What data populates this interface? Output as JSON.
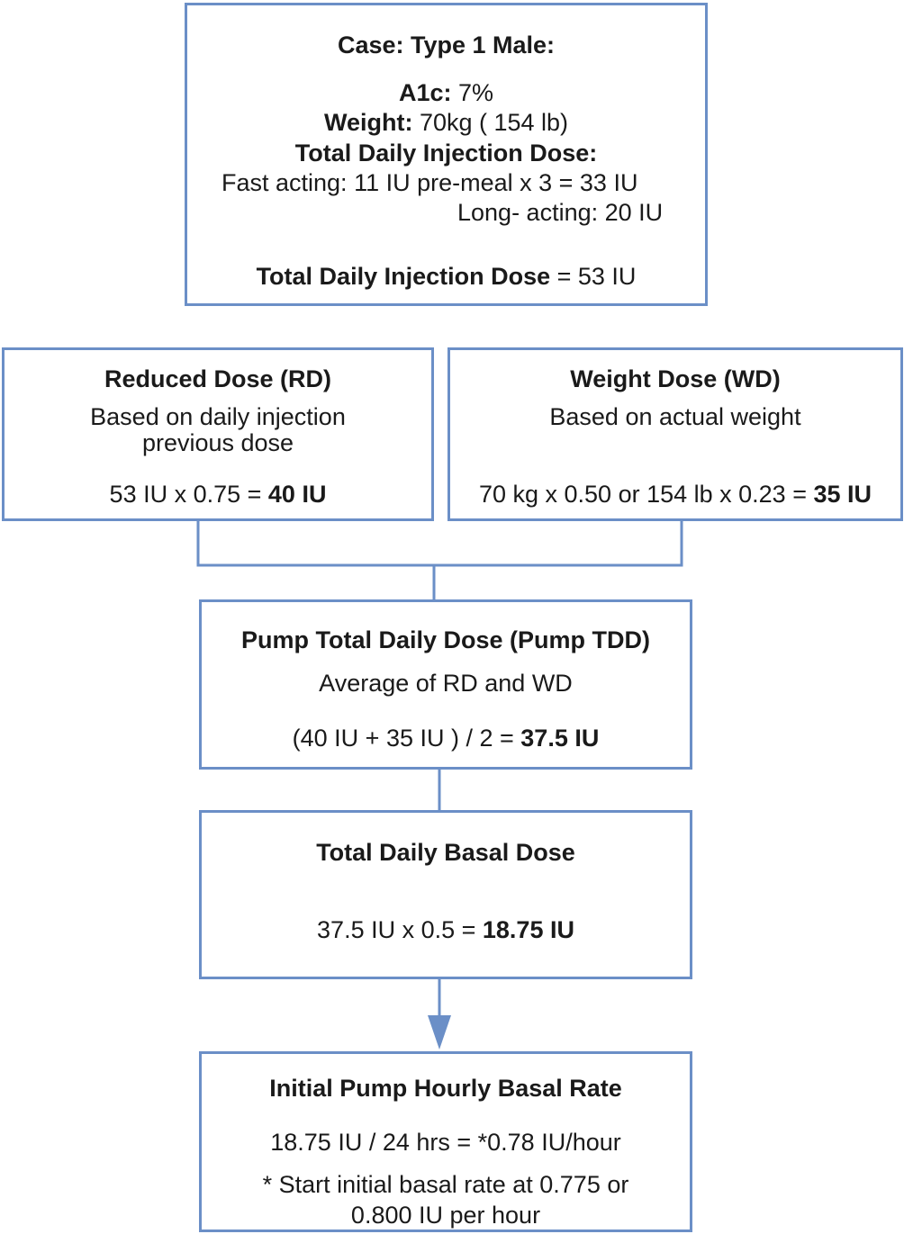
{
  "case_box": {
    "title": "Case: Type 1 Male:",
    "a1c_label": "A1c:",
    "a1c_value": " 7%",
    "weight_label": "Weight:",
    "weight_value": " 70kg ( 154 lb)",
    "tdid_heading": "Total Daily Injection Dose:",
    "fast_acting": "Fast acting: 11 IU pre-meal x 3 = 33 IU",
    "long_acting": "Long- acting: 20 IU",
    "total_label": "Total Daily Injection Dose",
    "total_value": " = 53 IU"
  },
  "rd_box": {
    "title": "Reduced Dose (RD)",
    "desc_line1": "Based on daily injection",
    "desc_line2": "previous dose",
    "calc": "53 IU x 0.75 = ",
    "result": "40 IU"
  },
  "wd_box": {
    "title": "Weight Dose (WD)",
    "desc": "Based on actual weight",
    "calc": "70 kg x 0.50 or 154 lb x 0.23 = ",
    "result": "35 IU"
  },
  "tdd_box": {
    "title": "Pump Total Daily Dose (Pump TDD)",
    "desc": "Average of RD and WD",
    "calc": "(40 IU + 35 IU ) / 2 = ",
    "result": "37.5 IU"
  },
  "basal_box": {
    "title": "Total Daily Basal Dose",
    "calc": "37.5 IU x 0.5 = ",
    "result": "18.75 IU"
  },
  "rate_box": {
    "title": "Initial Pump Hourly Basal Rate",
    "calc": "18.75 IU / 24 hrs = *0.78 IU/hour",
    "note_line1": "* Start initial basal rate at 0.775 or",
    "note_line2": "0.800 IU per hour"
  },
  "colors": {
    "border": "#6b8fc7",
    "text": "#1a1a1a"
  }
}
